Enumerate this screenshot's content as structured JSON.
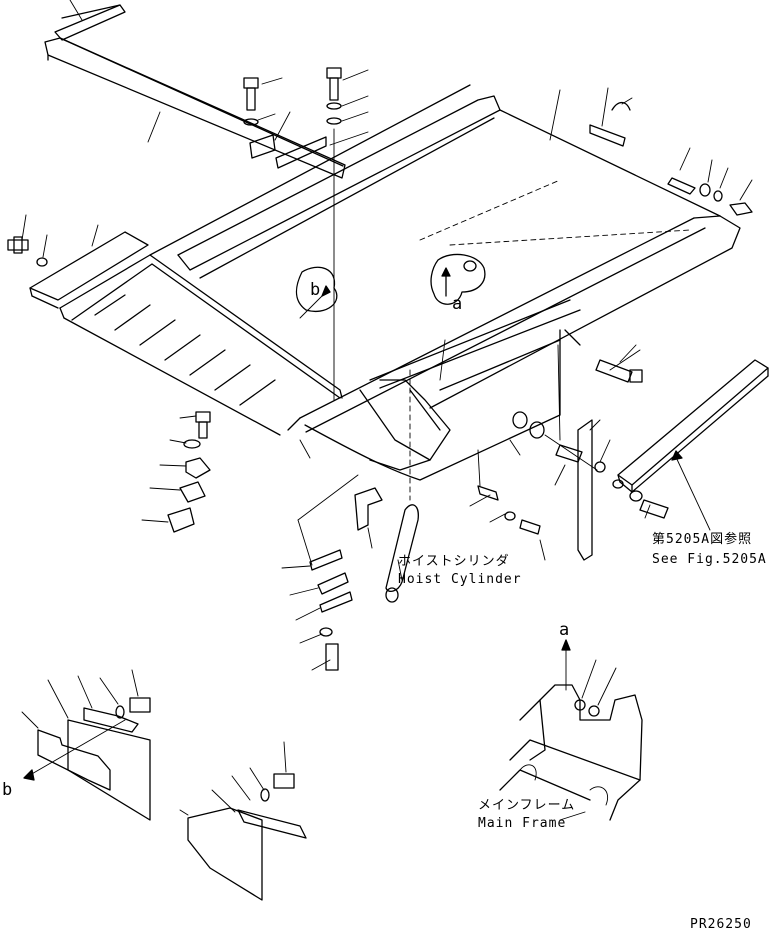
{
  "labels": {
    "see_fig_jp": "第5205A図参照",
    "see_fig_en": "See Fig.5205A",
    "hoist_cylinder_jp": "ホイストシリンダ",
    "hoist_cylinder_en": "Hoist Cylinder",
    "main_frame_jp": "メインフレーム",
    "main_frame_en": "Main Frame",
    "ref_a_upper": "a",
    "ref_b_upper": "b",
    "ref_a_lower": "a",
    "ref_b_lower": "b",
    "drawing_number": "PR26250"
  }
}
